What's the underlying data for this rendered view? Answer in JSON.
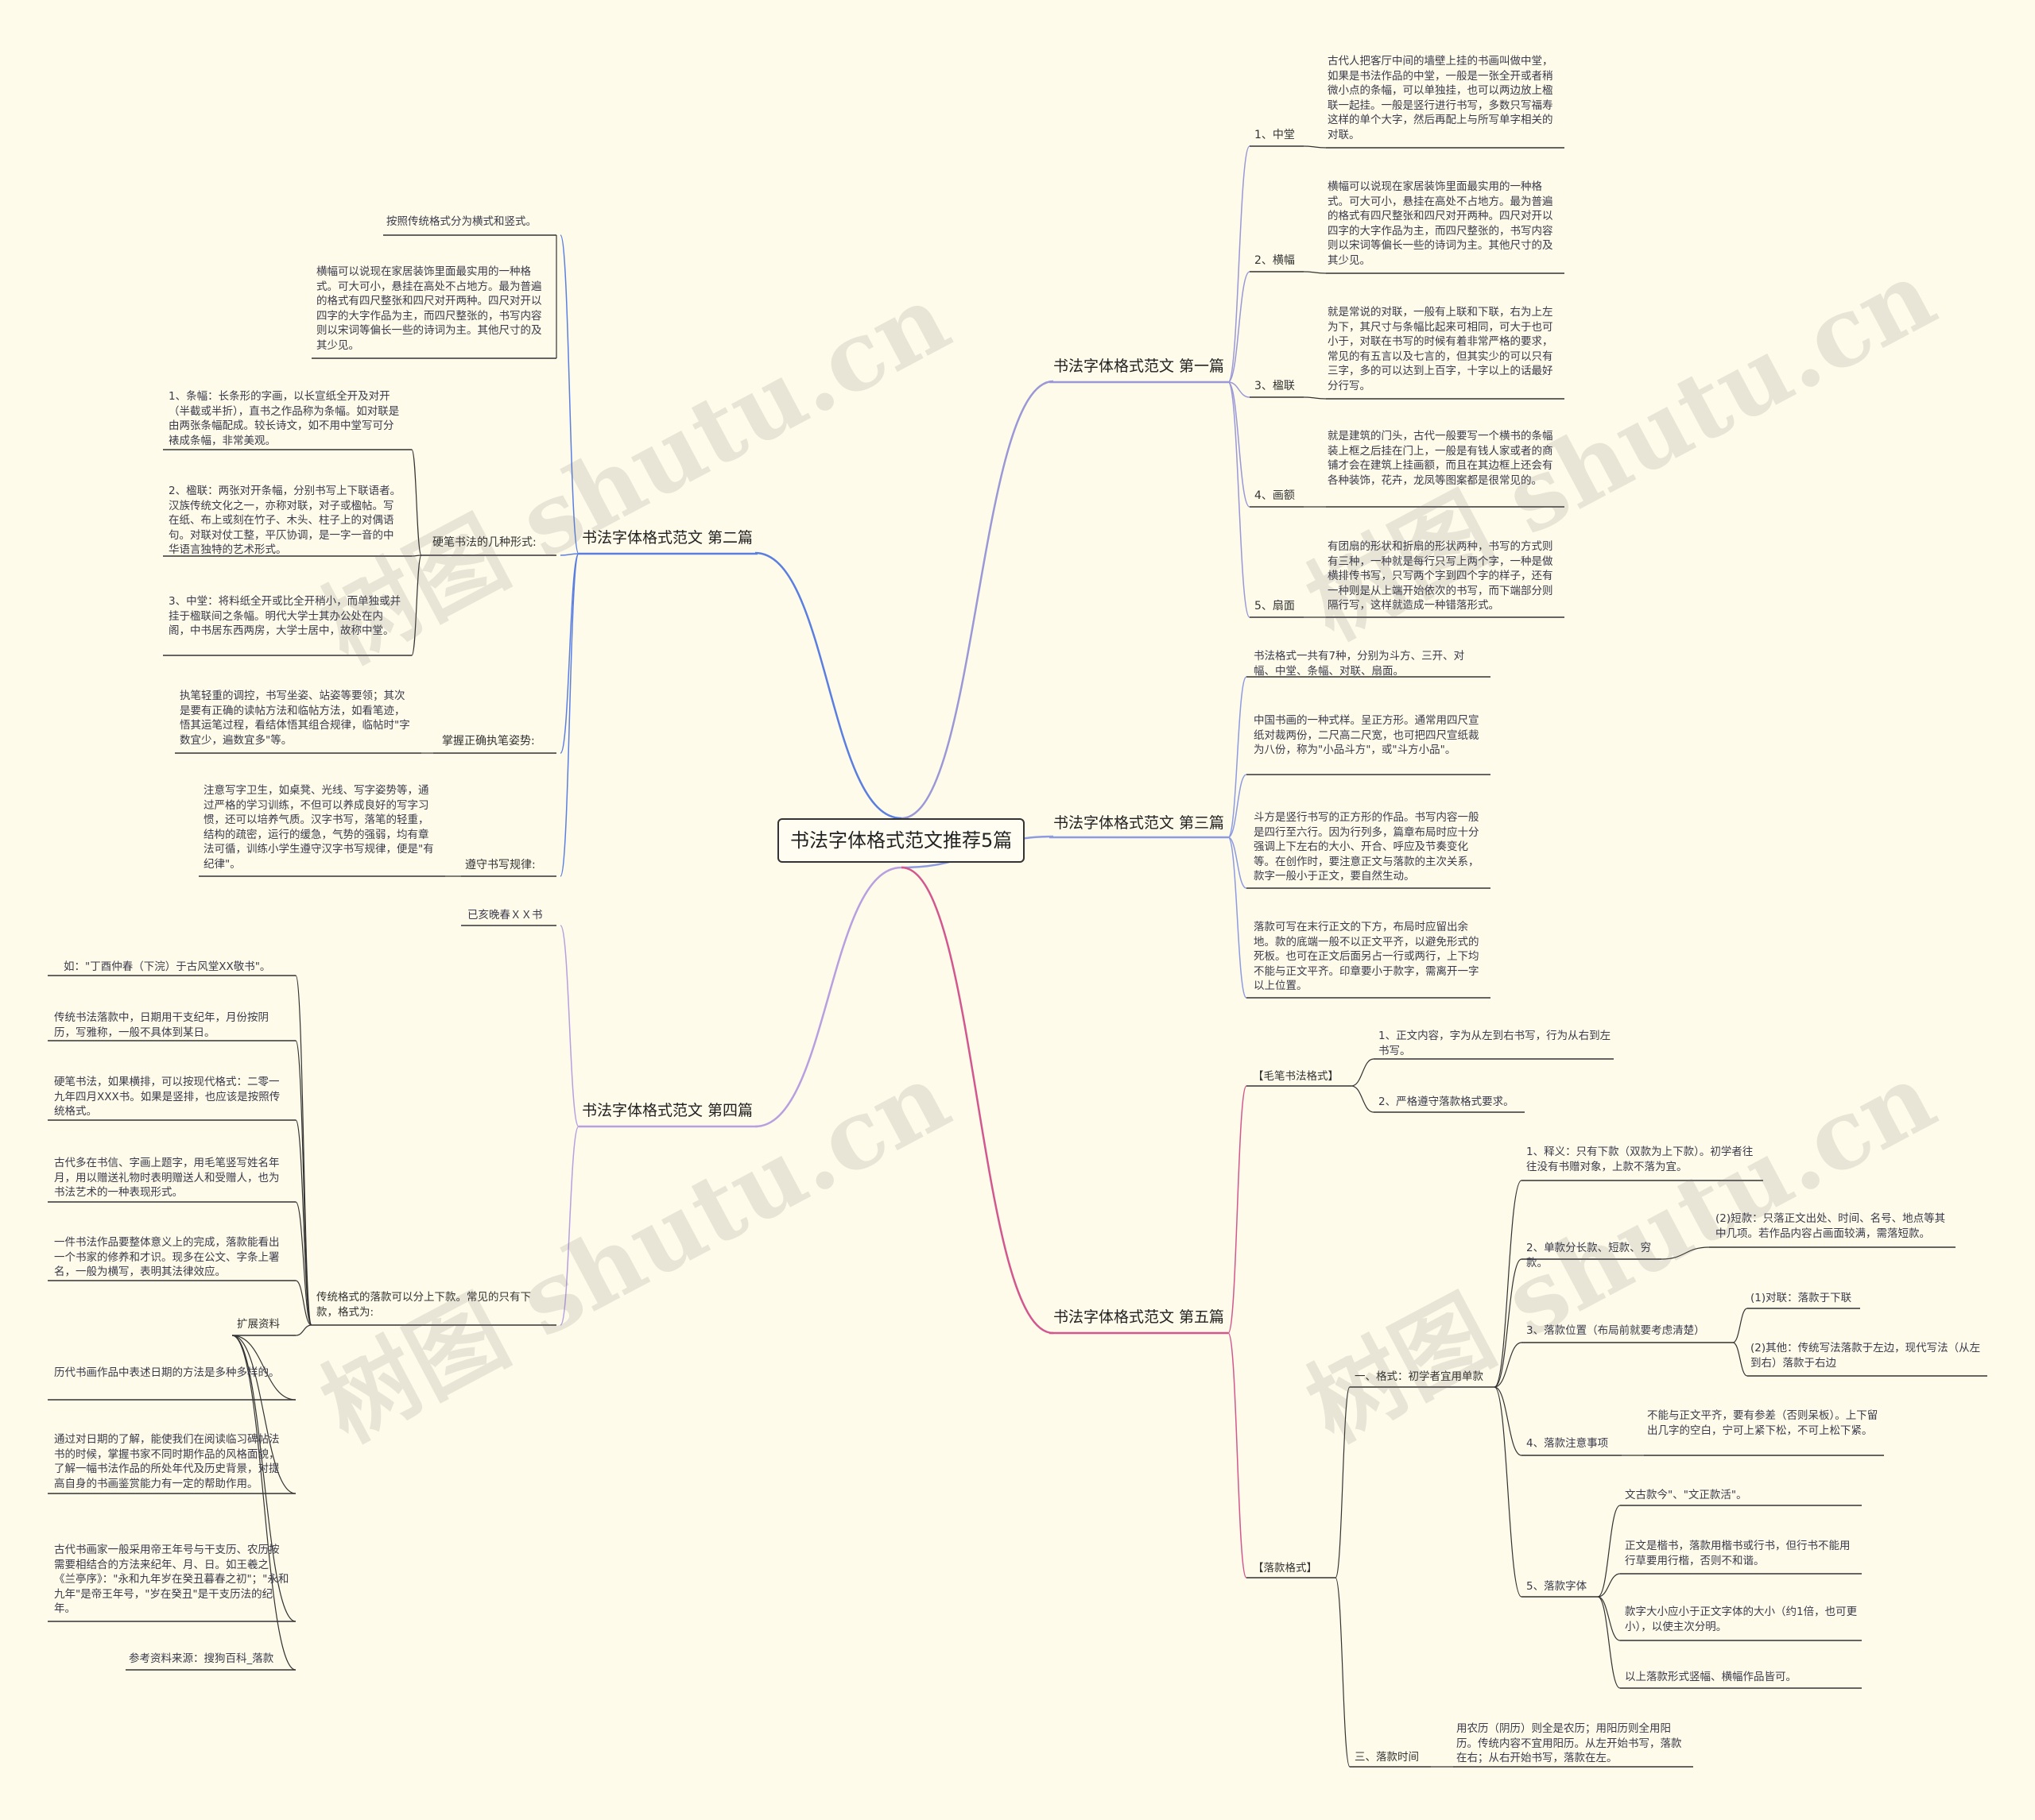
{
  "root": "书法字体格式范文推荐5篇",
  "watermark": "树图 shutu.cn",
  "colors": {
    "background": "#fefbea",
    "branch1": "#9a98d6",
    "branch2": "#5b7fe0",
    "branch3": "#8d9be0",
    "branch4": "#b79fe0",
    "branch5": "#d3578f",
    "underline": "#333333"
  },
  "branches": {
    "b1": {
      "title": "书法字体格式范文 第一篇",
      "items": [
        {
          "label": "1、中堂",
          "text": "古代人把客厅中间的墙壁上挂的书画叫做中堂，如果是书法作品的中堂，一般是一张全开或者稍微小点的条幅，可以单独挂，也可以两边放上楹联一起挂。一般是竖行进行书写，多数只写福寿这样的单个大字，然后再配上与所写单字相关的对联。"
        },
        {
          "label": "2、横幅",
          "text": "横幅可以说现在家居装饰里面最实用的一种格式。可大可小，悬挂在高处不占地方。最为普遍的格式有四尺整张和四尺对开两种。四尺对开以四字的大字作品为主，而四尺整张的，书写内容则以宋词等偏长一些的诗词为主。其他尺寸的及其少见。"
        },
        {
          "label": "3、楹联",
          "text": "就是常说的对联，一般有上联和下联，右为上左为下，其尺寸与条幅比起来可相同，可大于也可小于，对联在书写的时候有着非常严格的要求，常见的有五言以及七言的，但其实少的可以只有三字，多的可以达到上百字，十字以上的话最好分行写。"
        },
        {
          "label": "4、画额",
          "text": "就是建筑的门头，古代一般要写一个横书的条幅装上框之后挂在门上，一般是有钱人家或者的商铺才会在建筑上挂画额，而且在其边框上还会有各种装饰，花卉，龙凤等图案都是很常见的。"
        },
        {
          "label": "5、扇面",
          "text": "有团扇的形状和折扇的形状两种，书写的方式则有三种，一种就是每行只写上两个字，一种是做横排传书写，只写两个字到四个字的样子，还有一种则是从上端开始依次的书写，而下端部分则隔行写，这样就造成一种错落形式。"
        }
      ]
    },
    "b2": {
      "title": "书法字体格式范文 第二篇",
      "top_text": "按照传统格式分为横式和竖式。",
      "top_text2": "横幅可以说现在家居装饰里面最实用的一种格式。可大可小，悬挂在高处不占地方。最为普遍的格式有四尺整张和四尺对开两种。四尺对开以四字的大字作品为主，而四尺整张的，书写内容则以宋词等偏长一些的诗词为主。其他尺寸的及其少见。",
      "sub1_label": "硬笔书法的几种形式:",
      "sub1_items": [
        "1、条幅：长条形的字画，以长宣纸全开及对开（半截或半折），直书之作品称为条幅。如对联是由两张条幅配成。较长诗文，如不用中堂写可分裱成条幅，非常美观。",
        "2、楹联：两张对开条幅，分别书写上下联语者。汉族传统文化之一，亦称对联，对子或楹帖。写在纸、布上或刻在竹子、木头、柱子上的对偶语句。对联对仗工整，平仄协调，是一字一音的中华语言独特的艺术形式。",
        "3、中堂：将料纸全开或比全开稍小，而单独或并挂于楹联间之条幅。明代大学士其办公处在内阁，中书居东西两房，大学士居中，故称中堂。"
      ],
      "sub2_label": "掌握正确执笔姿势:",
      "sub2_text": "执笔轻重的调控，书写坐姿、站姿等要领；其次是要有正确的读帖方法和临帖方法，如看笔迹，悟其运笔过程，看结体悟其组合规律，临帖时\"字数宜少，遍数宜多\"等。",
      "sub3_label": "遵守书写规律:",
      "sub3_text": "注意写字卫生，如桌凳、光线、写字姿势等，通过严格的学习训练，不但可以养成良好的写字习惯，还可以培养气质。汉字书写，落笔的轻重，结构的疏密，运行的缓急，气势的强弱，均有章法可循，训练小学生遵守汉字书写规律，便是\"有纪律\"。"
    },
    "b3": {
      "title": "书法字体格式范文 第三篇",
      "items": [
        "书法格式一共有7种，分别为斗方、三开、对幅、中堂、条幅、对联、扇面。",
        "中国书画的一种式样。呈正方形。通常用四尺宣纸对裁两份，二尺高二尺宽，也可把四尺宣纸裁为八份，称为\"小品斗方\"，或\"斗方小品\"。",
        "斗方是竖行书写的正方形的作品。书写内容一般是四行至六行。因为行列多，篇章布局时应十分强调上下左右的大小、开合、呼应及节奏变化等。在创作时，要注意正文与落款的主次关系，款字一般小于正文，要自然生动。",
        "落款可写在末行正文的下方，布局时应留出余地。款的底端一般不以正文平齐，以避免形式的死板。也可在正文后面另占一行或两行，上下均不能与正文平齐。印章要小于款字，需离开一字以上位置。"
      ]
    },
    "b4": {
      "title": "书法字体格式范文 第四篇",
      "top_text": "已亥晚春ＸＸ书",
      "sub_label": "传统格式的落款可以分上下款。常见的只有下款，格式为:",
      "sub_items": [
        "如：\"丁酉仲春（下浣）于古风堂XX敬书\"。",
        "传统书法落款中，日期用干支纪年，月份按阴历，写雅称，一般不具体到某日。",
        "硬笔书法，如果横排，可以按现代格式：二零一九年四月XXX书。如果是竖排，也应该是按照传统格式。",
        "古代多在书信、字画上题字，用毛笔竖写姓名年月，用以赠送礼物时表明赠送人和受赠人，也为书法艺术的一种表现形式。",
        "一件书法作品要整体意义上的完成，落款能看出一个书家的修养和才识。现多在公文、字条上署名，一般为横写，表明其法律效应。"
      ],
      "ext_label": "扩展资料",
      "ext_items": [
        "历代书画作品中表述日期的方法是多种多样的。",
        "通过对日期的了解，能使我们在阅读临习碑帖法书的时候，掌握书家不同时期作品的风格面貌，了解一幅书法作品的所处年代及历史背景，对提高自身的书画鉴赏能力有一定的帮助作用。",
        "古代书画家一般采用帝王年号与干支历、农历按需要相结合的方法来纪年、月、日。如王羲之《兰亭序》：\"永和九年岁在癸丑暮春之初\"；\"永和九年\"是帝王年号，\"岁在癸丑\"是干支历法的纪年。",
        "参考资料来源：搜狗百科_落款"
      ]
    },
    "b5": {
      "title": "书法字体格式范文 第五篇",
      "mao_label": "【毛笔书法格式】",
      "mao_items": [
        "1、正文内容，字为从左到右书写，行为从右到左书写。",
        "2、严格遵守落款格式要求。"
      ],
      "luo_label": "【落款格式】",
      "fmt_label": "一、格式：初学者宜用单款",
      "fmt1": "1、释义：只有下款（双款为上下款）。初学者往往没有书赠对象，上款不落为宜。",
      "fmt2_label": "2、单款分长款、短款、穷款。",
      "fmt2_text": "(2)短款：只落正文出处、时间、名号、地点等其中几项。若作品内容占画面较满，需落短款。",
      "fmt3_label": "3、落款位置（布局前就要考虑清楚）",
      "fmt3_a": "(1)对联：落款于下联",
      "fmt3_b": "(2)其他：传统写法落款于左边，现代写法（从左到右）落款于右边",
      "fmt4_label": "4、落款注意事项",
      "fmt4_text": "不能与正文平齐，要有参差（否则呆板）。上下留出几字的空白，宁可上紧下松，不可上松下紧。",
      "fmt5_label": "5、落款字体",
      "fmt5_items": [
        "文古款今\"、\"文正款活\"。",
        "正文是楷书，落款用楷书或行书，但行书不能用行草要用行楷，否则不和谐。",
        "款字大小应小于正文字体的大小（约1倍，也可更小），以使主次分明。",
        "以上落款形式竖幅、横幅作品皆可。"
      ],
      "time_label": "三、落款时间",
      "time_text": "用农历（阴历）则全是农历；用阳历则全用阳历。传统内容不宜用阳历。从左开始书写，落款在右；从右开始书写，落款在左。"
    }
  }
}
